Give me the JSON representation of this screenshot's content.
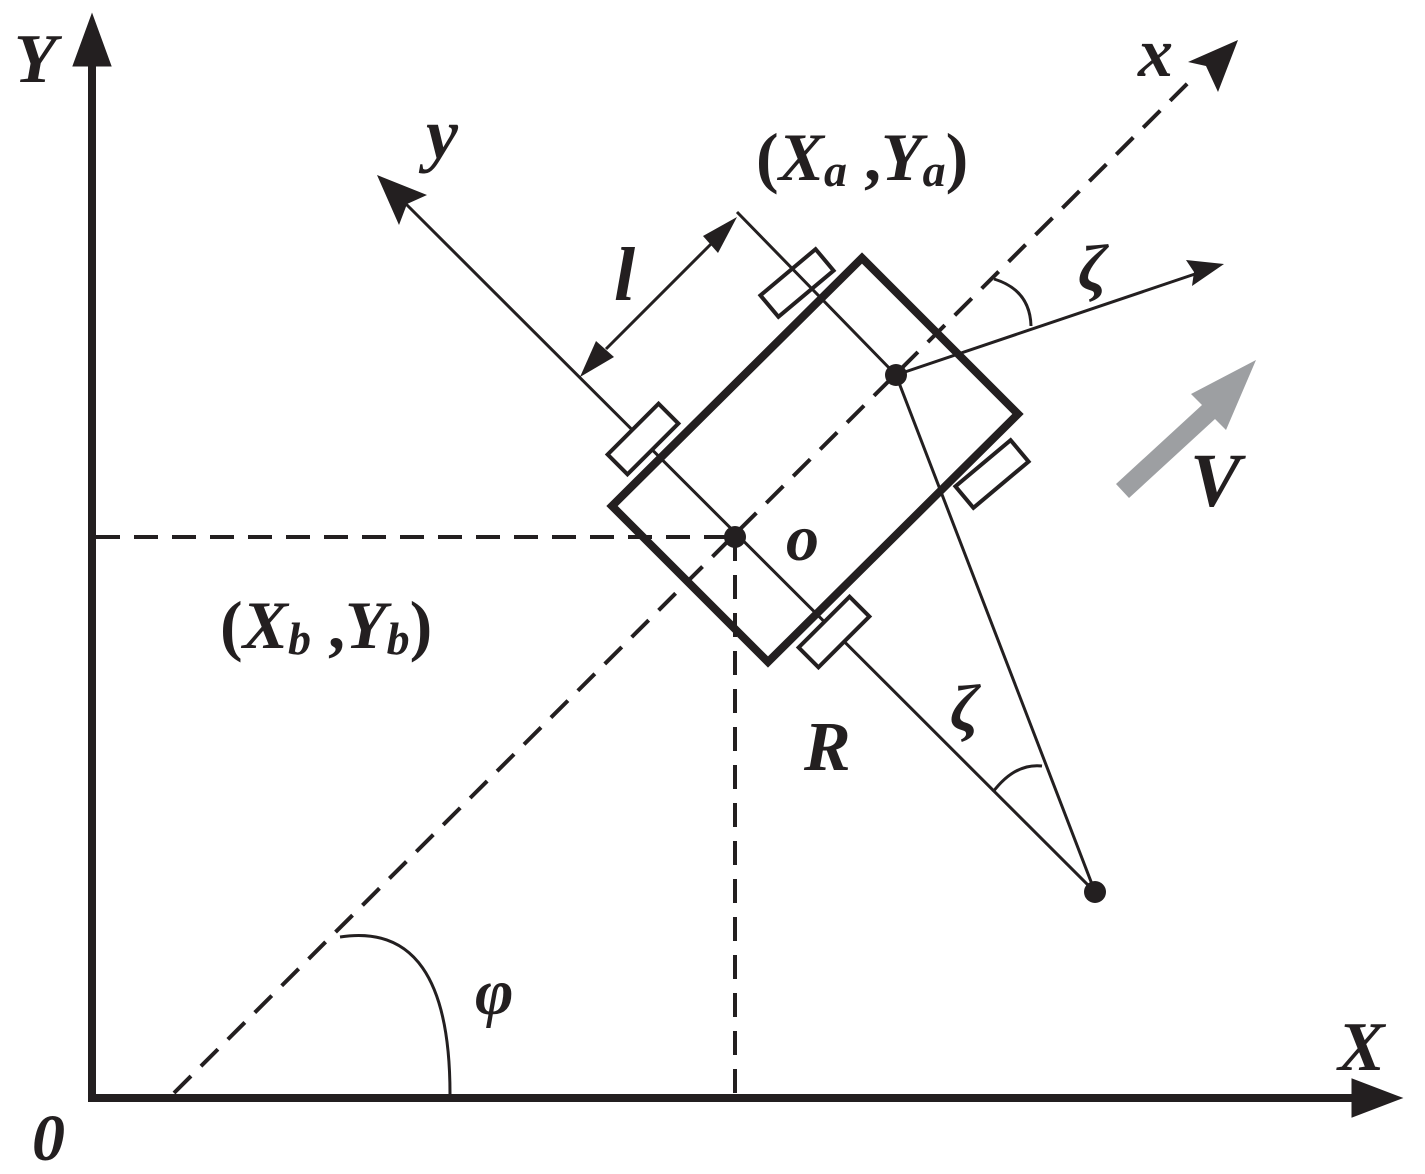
{
  "labels": {
    "origin": "0",
    "global_x": "X",
    "global_y": "Y",
    "body_x": "x",
    "body_y": "y",
    "point_a": {
      "open": "(",
      "x": "X",
      "x_sub": "a",
      "sep": " ,",
      "y": "Y",
      "y_sub": "a",
      "close": ")"
    },
    "point_b": {
      "open": "(",
      "x": "X",
      "x_sub": "b",
      "sep": " ,",
      "y": "Y",
      "y_sub": "b",
      "close": ")"
    },
    "length": "l",
    "steer_angle_front": "ζ",
    "steer_angle_center": "ζ",
    "velocity": "V",
    "center": "o",
    "radius": "R",
    "heading": "φ"
  },
  "colors": {
    "ink": "#231f20",
    "velocity_arrow": "#9d9fa2"
  }
}
